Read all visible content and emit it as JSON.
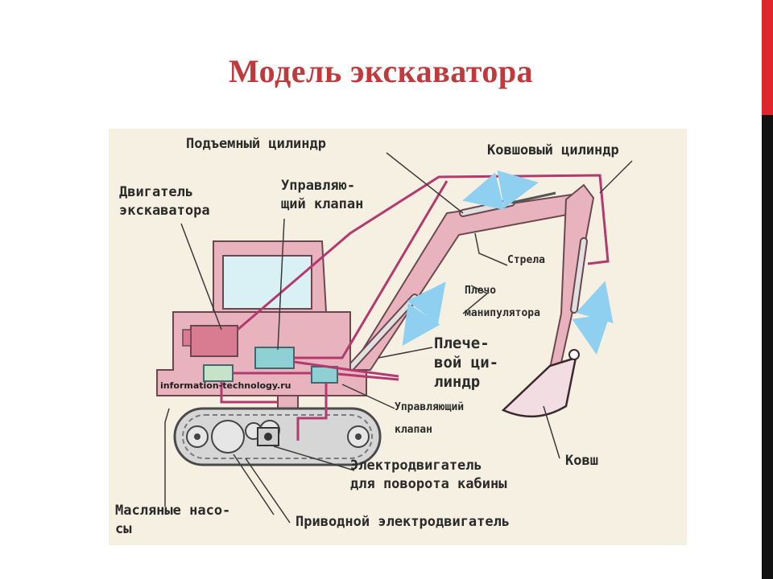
{
  "slide": {
    "title": "Модель экскаватора",
    "accent_colors": {
      "title": "#c0393b",
      "top_bar": "#e0252b",
      "side_bar": "#111111"
    }
  },
  "diagram": {
    "colors": {
      "background": "#f6f0e2",
      "machine_body": "#e8b3bd",
      "body_stroke": "#6b4850",
      "hydraulic_line": "#b33a6f",
      "component_teal": "#8ed0d4",
      "component_green": "#c5e3c8",
      "engine_box": "#d97c91",
      "motion_arrow": "#8fd0f0",
      "leader_line": "#3a3a3a"
    },
    "labels": {
      "lift_cylinder": "Подъемный цилиндр",
      "bucket_cylinder": "Ковшовый цилиндр",
      "engine": [
        "Двигатель",
        "экскаватора"
      ],
      "control_valve_top": [
        "Управляю-",
        "щий клапан"
      ],
      "boom": "Стрела",
      "arm": [
        "Плечо",
        "манипулятора"
      ],
      "arm_cylinder": [
        "Плече-",
        "вой ци-",
        "линдр"
      ],
      "control_valve_bottom": [
        "Управляющий",
        "клапан"
      ],
      "bucket": "Ковш",
      "cab_rotation_motor": [
        "Электродвигатель",
        "для поворота кабины"
      ],
      "oil_pumps": [
        "Масляные насо-",
        "сы"
      ],
      "drive_motor": "Приводной электродвигатель"
    },
    "watermark": "information-technology.ru"
  }
}
